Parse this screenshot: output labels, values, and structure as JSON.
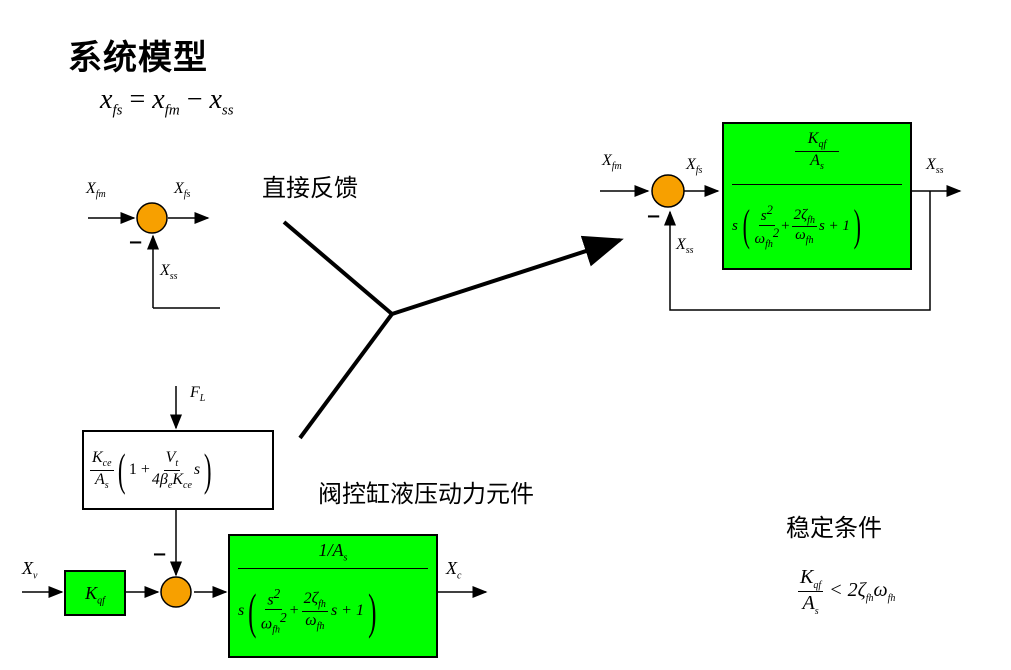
{
  "title": "系统模型",
  "equation": {
    "lhs": "x",
    "lhs_sub": "fs",
    "eq": " = ",
    "a": "x",
    "a_sub": "fm",
    "minus": " − ",
    "b": "x",
    "b_sub": "ss"
  },
  "labels": {
    "direct_feedback": "直接反馈",
    "valve_cylinder": "阀控缸液压动力元件",
    "stability_condition": "稳定条件"
  },
  "left_top": {
    "in": "X",
    "in_sub": "fm",
    "out": "X",
    "out_sub": "fs",
    "fb": "X",
    "fb_sub": "ss",
    "minus": "−"
  },
  "right_top": {
    "in": "X",
    "in_sub": "fm",
    "mid": "X",
    "mid_sub": "fs",
    "out": "X",
    "out_sub": "ss",
    "fb": "X",
    "fb_sub": "ss",
    "minus": "−",
    "num_K": "K",
    "num_K_sub": "qf",
    "num_A": "A",
    "num_A_sub": "s",
    "den_s": "s",
    "den_s2": "s",
    "den_w": "ω",
    "den_w_sub": "fh",
    "den_2z": "2ζ",
    "den_z_sub": "fh",
    "den_w2": "ω",
    "den_w2_sub": "fh",
    "den_tail": "s + 1",
    "plus": "+"
  },
  "bottom": {
    "FL": "F",
    "FL_sub": "L",
    "kce_K": "K",
    "kce_sub": "ce",
    "kce_A": "A",
    "kce_A_sub": "s",
    "one_plus": "1 +",
    "Vt": "V",
    "Vt_sub": "t",
    "den4": "4β",
    "den4_sub": "e",
    "den4_K": "K",
    "den4_K_sub": "ce",
    "s": "s",
    "Xv": "X",
    "Xv_sub": "v",
    "Kqf": "K",
    "Kqf_sub": "qf",
    "minus": "−",
    "g_num": "1/A",
    "g_num_sub": "s",
    "den_s": "s",
    "den_s2": "s",
    "den_w": "ω",
    "den_w_sub": "fh",
    "den_2z": "2ζ",
    "den_z_sub": "fh",
    "den_w2": "ω",
    "den_w2_sub": "fh",
    "den_tail": "s + 1",
    "plus": "+",
    "Xc": "X",
    "Xc_sub": "c"
  },
  "condition": {
    "K": "K",
    "K_sub": "qf",
    "A": "A",
    "A_sub": "s",
    "rhs": "< 2ζ",
    "rhs_sub": "fh",
    "w": "ω",
    "w_sub": "fh"
  }
}
